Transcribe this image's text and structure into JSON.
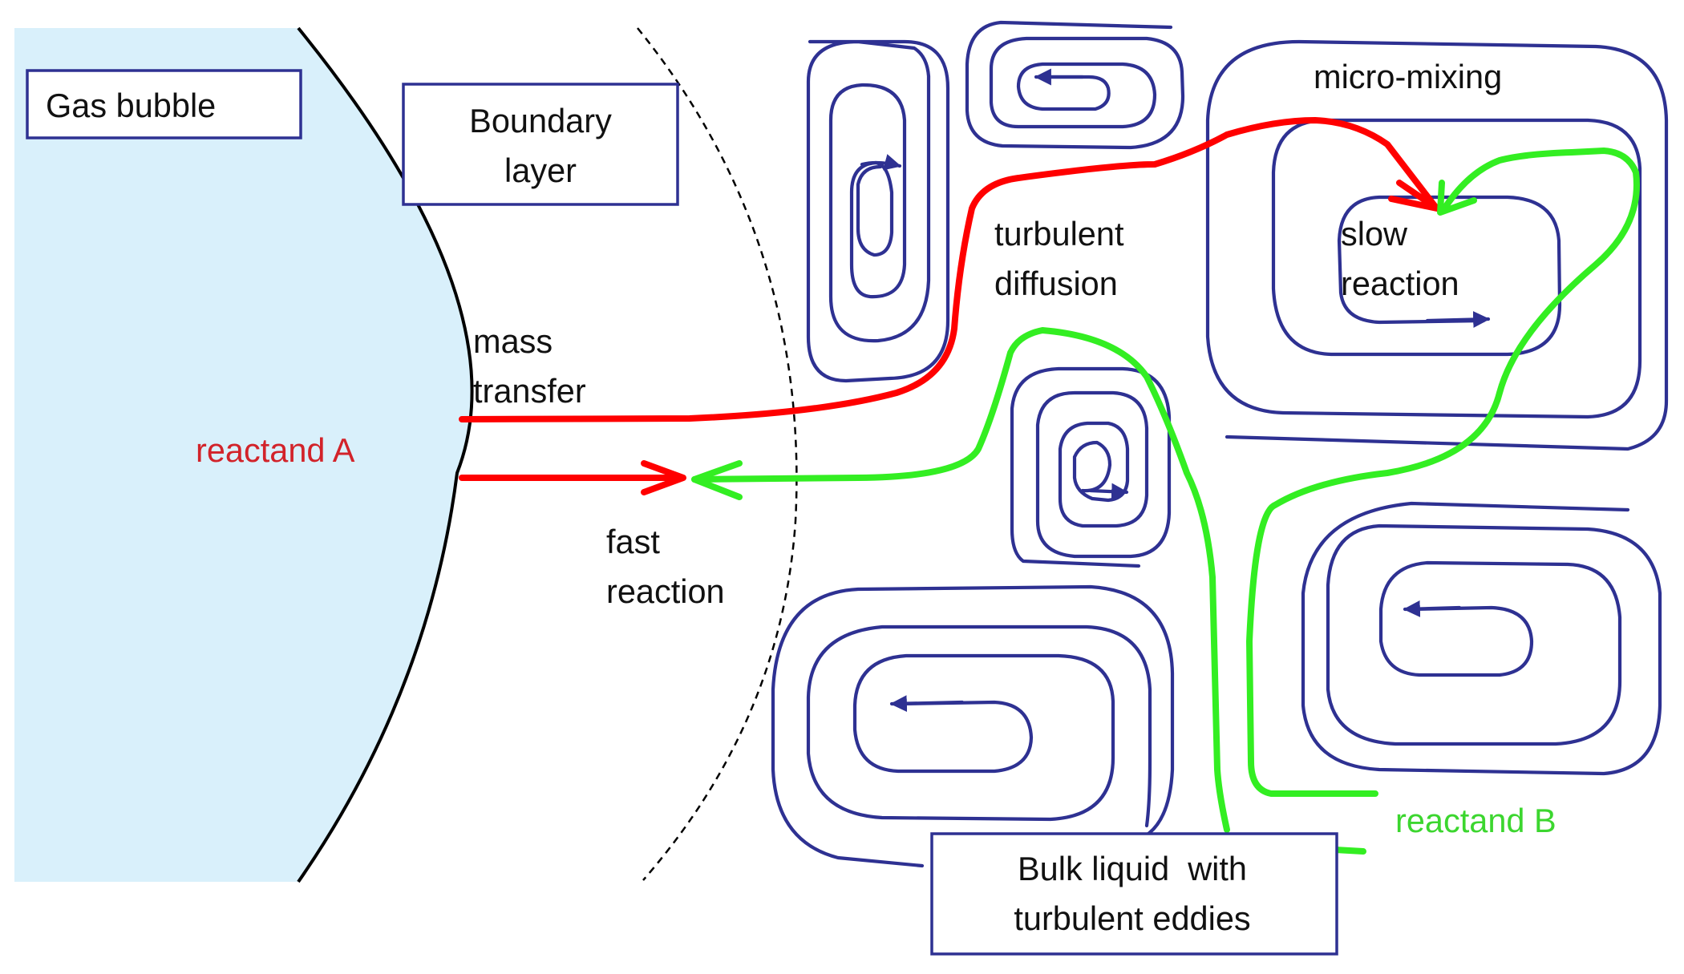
{
  "labels": {
    "gas_bubble": "Gas bubble",
    "boundary_layer_1": "Boundary",
    "boundary_layer_2": "layer",
    "micro_mixing": "micro-mixing",
    "turbulent_diffusion_1": "turbulent",
    "turbulent_diffusion_2": "diffusion",
    "slow_reaction_1": "slow",
    "slow_reaction_2": "reaction",
    "mass_transfer_1": "mass",
    "mass_transfer_2": "transfer",
    "reactand_a": "reactand A",
    "fast_reaction_1": "fast",
    "fast_reaction_2": "reaction",
    "reactand_b": "reactand B",
    "bulk_liquid_1": "Bulk liquid  with",
    "bulk_liquid_2": "turbulent eddies"
  },
  "colors": {
    "bubble_fill": "#d9f0fb",
    "eddy": "#2e3192",
    "reactand_a": "#ff0000",
    "reactand_a_text": "#d2232a",
    "reactand_b": "#33ee22",
    "reactand_b_text": "#3cd62f",
    "box_border": "#2e3192"
  }
}
